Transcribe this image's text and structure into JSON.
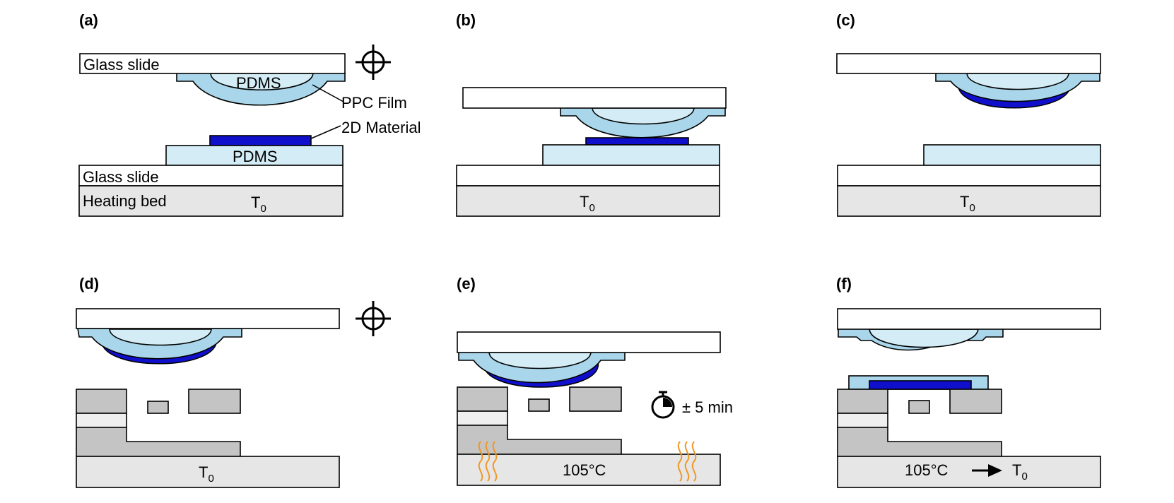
{
  "panels": [
    {
      "id": "a",
      "label": "(a)"
    },
    {
      "id": "b",
      "label": "(b)"
    },
    {
      "id": "c",
      "label": "(c)"
    },
    {
      "id": "d",
      "label": "(d)"
    },
    {
      "id": "e",
      "label": "(e)"
    },
    {
      "id": "f",
      "label": "(f)"
    }
  ],
  "labels": {
    "glass_slide": "Glass slide",
    "pdms": "PDMS",
    "ppc_film": "PPC Film",
    "material_2d": "2D Material",
    "heating_bed": "Heating bed"
  },
  "temps": {
    "t0_main": "T",
    "t0_sub": "0",
    "hot": "105°C"
  },
  "timer": {
    "text": "± 5 min"
  },
  "colors": {
    "pdms": "#d3ecf5",
    "ppc": "#a9d6ea",
    "material": "#1010cc",
    "glass": "#ffffff",
    "bed": "#e6e6e6",
    "chip": "#c4c4c4",
    "heat": "#f29624",
    "outline": "#000000"
  },
  "icons": {
    "crosshair": "crosshair-icon",
    "timer": "stopwatch-icon",
    "arrow": "arrow-right-icon",
    "heat": "heat-waves-icon"
  }
}
